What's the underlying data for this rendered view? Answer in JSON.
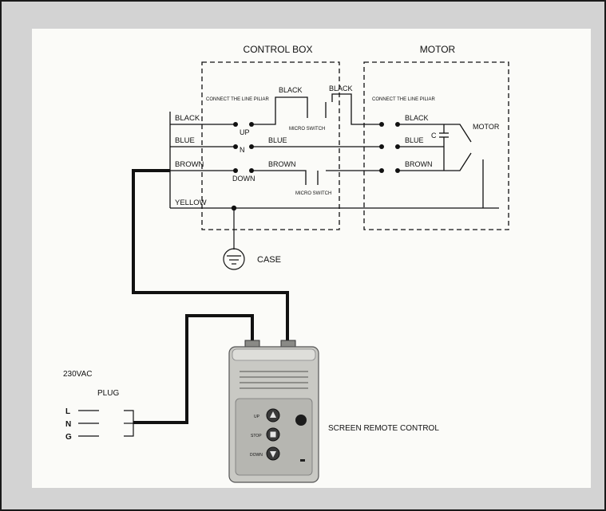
{
  "boxes": {
    "control_box": "CONTROL BOX",
    "motor": "MOTOR"
  },
  "wires": {
    "black": "BLACK",
    "blue": "BLUE",
    "brown": "BROWN",
    "yellow": "YELLOW"
  },
  "control_box": {
    "connect_label": "CONNECT THE LINE PILIAR",
    "black_label": "BLACK",
    "up": "UP",
    "n": "N",
    "down": "DOWN",
    "blue_label": "BLUE",
    "brown_label": "BROWN",
    "micro_switch_top": "MICRO SWITCH",
    "micro_switch_bottom": "MICRO SWITCH"
  },
  "between_boxes": {
    "black_label": "BLACK"
  },
  "motor_box": {
    "connect_label": "CONNECT THE LINE PILIAR",
    "black_label": "BLACK",
    "blue_label": "BLUE",
    "brown_label": "BROWN",
    "capacitor": "C",
    "motor_label": "MOTOR"
  },
  "ground": {
    "case_label": "CASE"
  },
  "power": {
    "voltage": "230VAC",
    "plug_label": "PLUG",
    "pins": [
      "L",
      "N",
      "G"
    ]
  },
  "remote": {
    "title": "SCREEN REMOTE CONTROL",
    "buttons": [
      "UP",
      "STOP",
      "DOWN"
    ]
  },
  "colors": {
    "line": "#111111",
    "paper": "#fbfbf8",
    "frame_bg": "#d3d3d3",
    "remote_body": "#c9c9c4"
  }
}
